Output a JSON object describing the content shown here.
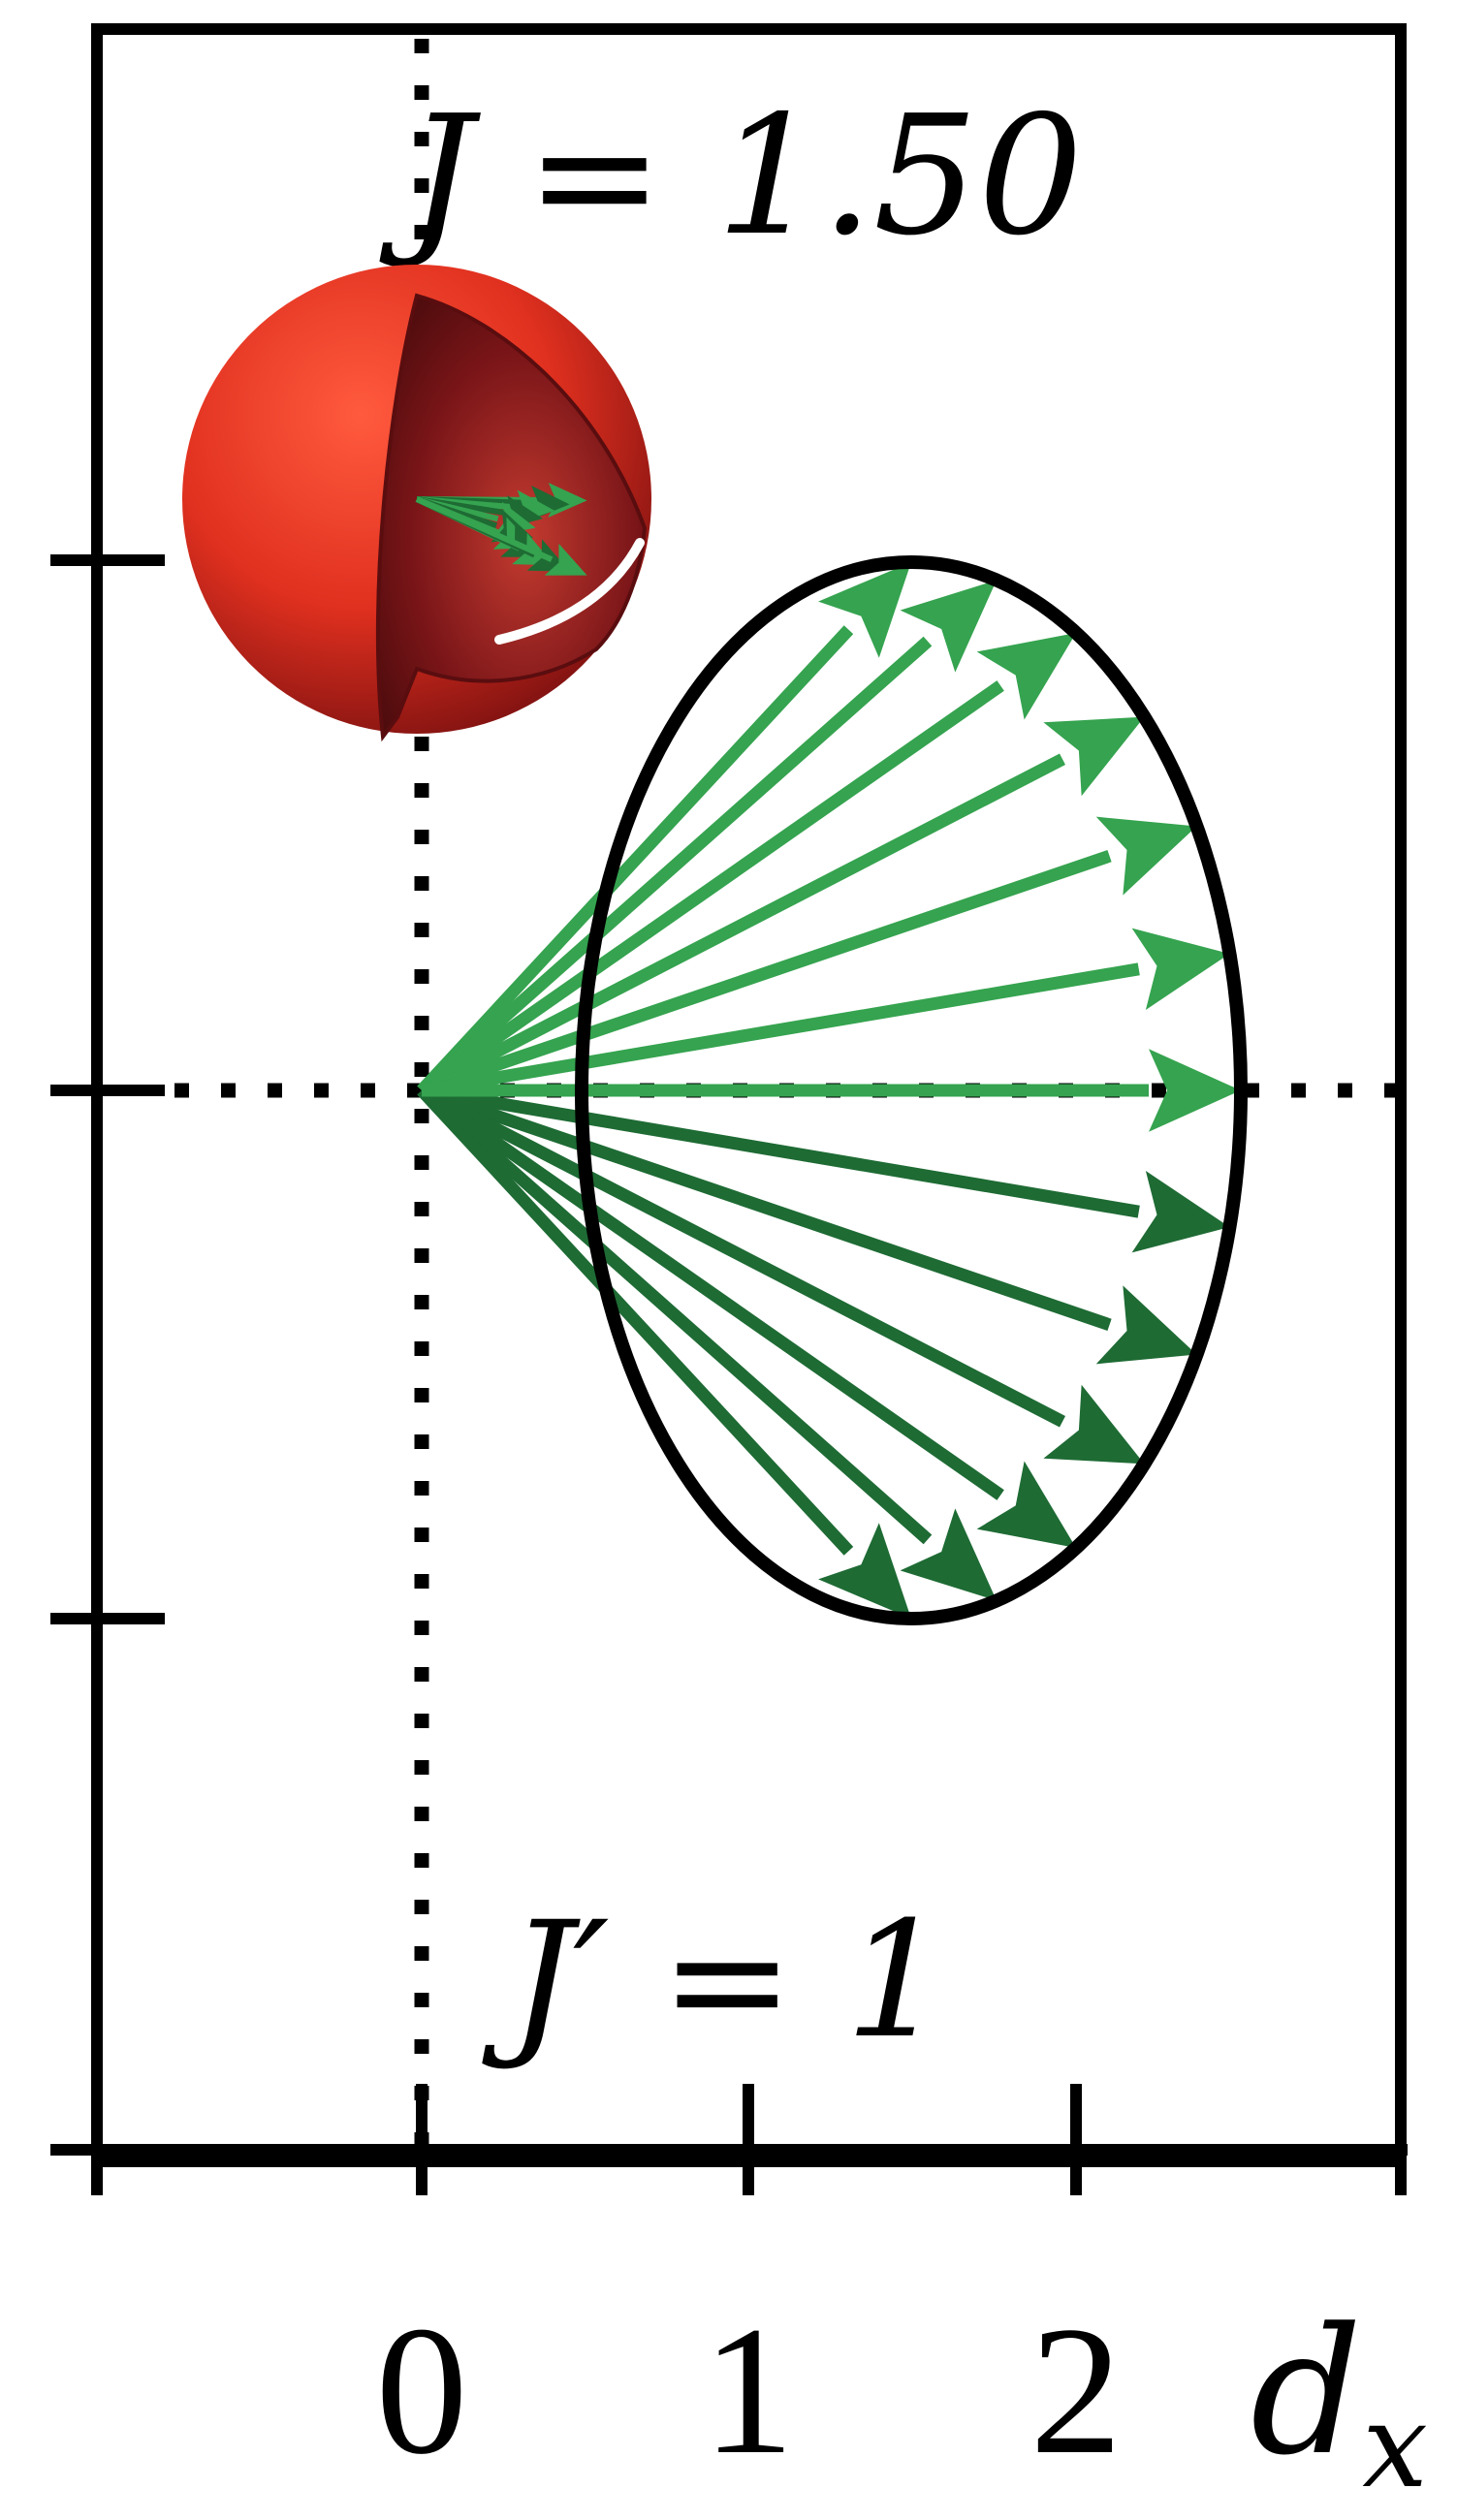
{
  "labels": {
    "j_label": "J = 1.50",
    "jprime_label": "J′ = 1",
    "x_axis_label": "d",
    "x_axis_subscript": "x"
  },
  "x_ticks": [
    "0",
    "1",
    "2"
  ],
  "colors": {
    "frame": "#000000",
    "ellipse": "#000000",
    "arrow_light": "#35a34f",
    "arrow_dark": "#1e6b34",
    "sphere": "#e8342a",
    "sphere_inner": "#6b1114"
  },
  "arrows": {
    "upper_tip_angles_deg": [
      90,
      75,
      60,
      45,
      30,
      15,
      0
    ],
    "lower_tip_angles_deg": [
      -15,
      -30,
      -45,
      -60,
      -75,
      -90
    ],
    "inner_tip_angles_deg": [
      105,
      120,
      135,
      150,
      165,
      180,
      195,
      210,
      225,
      240,
      255
    ]
  }
}
